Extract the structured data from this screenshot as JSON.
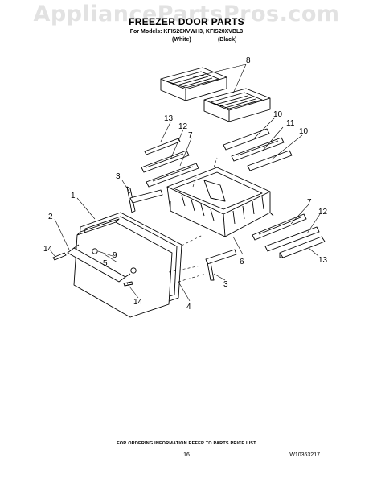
{
  "watermark": "AppliancePartsPros.com",
  "header": {
    "title": "FREEZER DOOR PARTS",
    "models_line": "For Models: KFIS20XVWH3, KFIS20XVBL3",
    "variant_white": "(White)",
    "variant_black": "(Black)"
  },
  "callouts": {
    "c1": "1",
    "c2": "2",
    "c3a": "3",
    "c3b": "3",
    "c4": "4",
    "c5": "5",
    "c6": "6",
    "c7a": "7",
    "c7b": "7",
    "c8": "8",
    "c9": "9",
    "c10a": "10",
    "c10b": "10",
    "c11": "11",
    "c12a": "12",
    "c12b": "12",
    "c13a": "13",
    "c13b": "13",
    "c14a": "14",
    "c14b": "14"
  },
  "footer": {
    "note": "FOR ORDERING INFORMATION REFER TO PARTS PRICE LIST",
    "page": "16",
    "doc_id": "W10363217"
  }
}
